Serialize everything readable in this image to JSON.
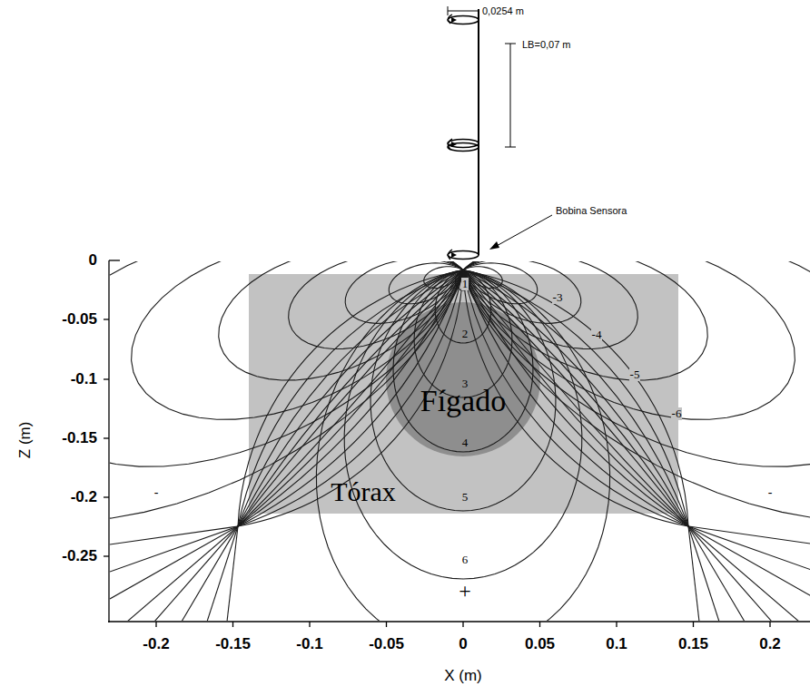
{
  "diagram": {
    "nodes": [
      {
        "text": [
          "Tórax"
        ]
      },
      {
        "text": [
          "Fígado"
        ],
        "in": 0
      }
    ],
    "labels": [
      "0,0254 m",
      "LB=0,07 m",
      "Bobina Sensora",
      "0",
      "-0.05",
      "-0.1",
      "-0.15",
      "-0.2",
      "-0.25",
      "Z (m)",
      "-0.2",
      "-0.15",
      "-0.1",
      "-0.05",
      "0",
      "0.05",
      "0.1",
      "0.15",
      "0.2",
      "X (m)",
      "1",
      "-3",
      "2",
      "-4",
      "3",
      "-5",
      "4",
      "-6",
      "-",
      "-",
      "5",
      "6",
      "+"
    ]
  }
}
